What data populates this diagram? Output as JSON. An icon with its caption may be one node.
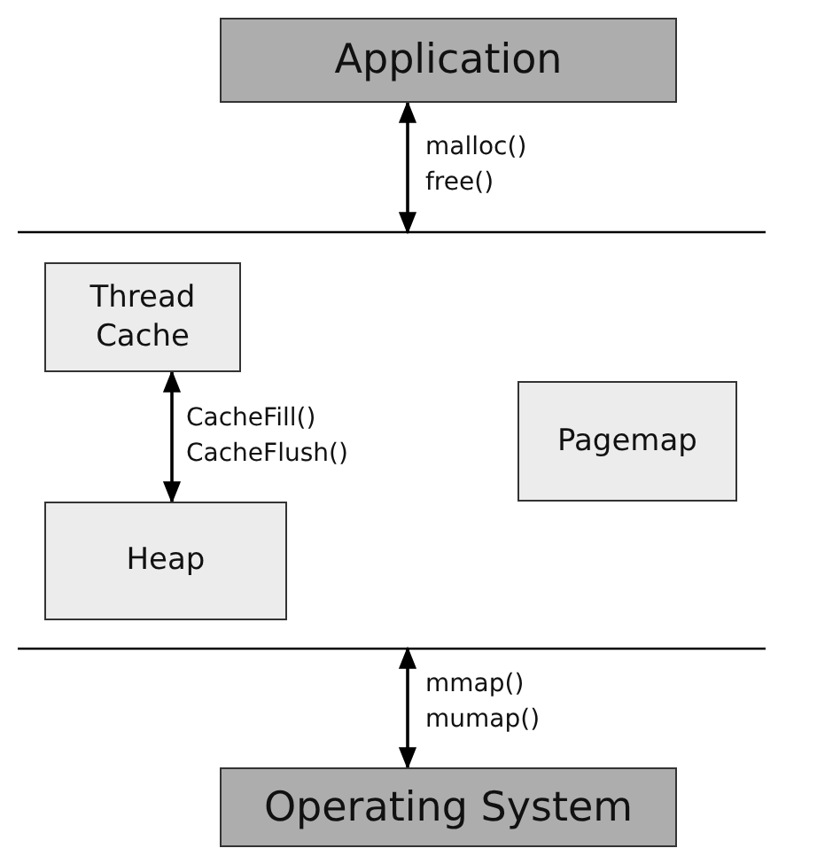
{
  "diagram": {
    "nodes": [
      {
        "text": [
          "Application"
        ]
      },
      {
        "text": [
          "Thread Cache"
        ]
      },
      {
        "text": [
          "Heap"
        ]
      },
      {
        "text": [
          "Pagemap"
        ]
      },
      {
        "text": [
          "Operating System"
        ]
      }
    ],
    "edges": [
      {
        "from": 0,
        "to": null,
        "arrow": "both",
        "label": "malloc() free()"
      },
      {
        "from": 1,
        "to": 2,
        "arrow": "both",
        "label": "CacheFill() CacheFlush()"
      },
      {
        "from": null,
        "to": 4,
        "arrow": "both",
        "label": "mmap() mumap()"
      }
    ]
  }
}
